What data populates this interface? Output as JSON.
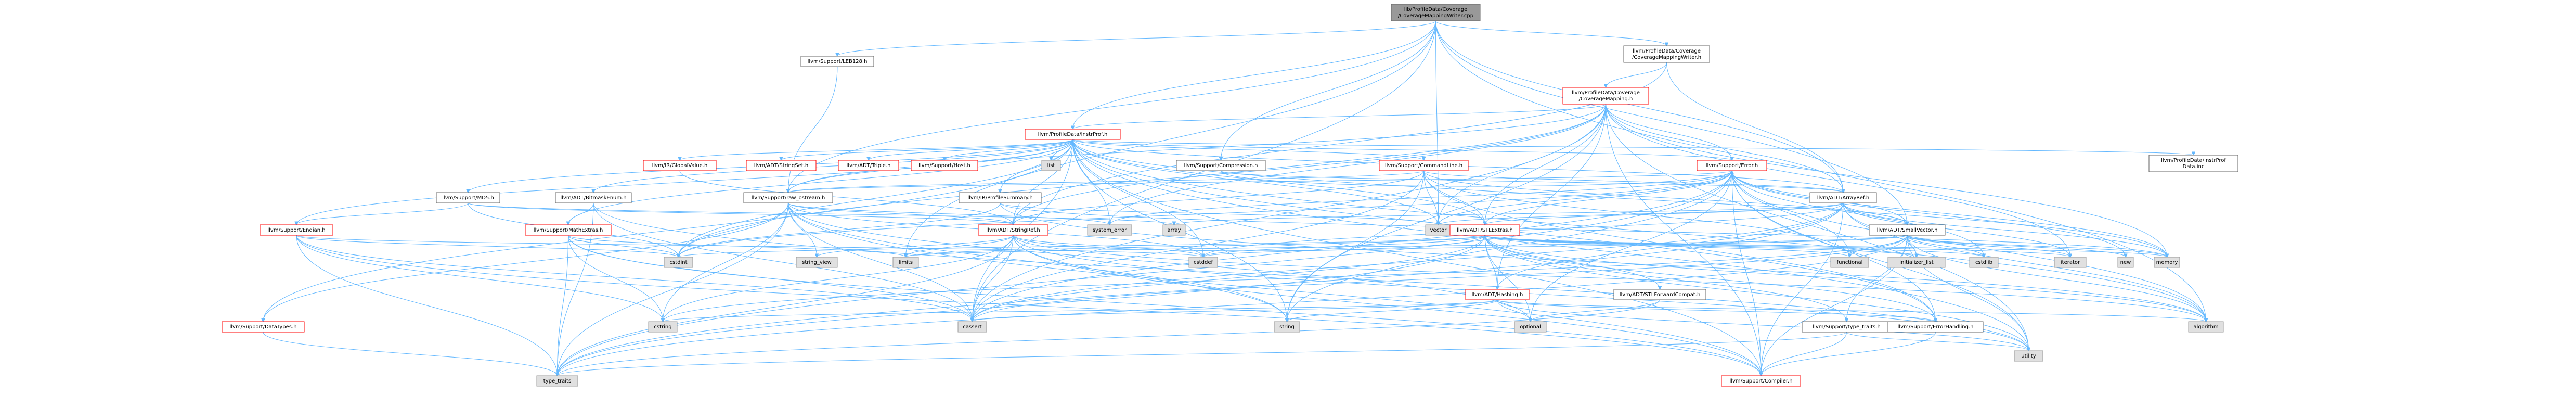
{
  "nodes": [
    {
      "id": "root",
      "lines": [
        "lib/ProfileData/Coverage",
        "/CoverageMappingWriter.cpp"
      ],
      "kind": "root"
    },
    {
      "id": "cmw_h",
      "lines": [
        "llvm/ProfileData/Coverage",
        "/CoverageMappingWriter.h"
      ],
      "kind": "plain"
    },
    {
      "id": "leb128",
      "lines": [
        "llvm/Support/LEB128.h"
      ],
      "kind": "plain"
    },
    {
      "id": "cm_h",
      "lines": [
        "llvm/ProfileData/Coverage",
        "/CoverageMapping.h"
      ],
      "kind": "red"
    },
    {
      "id": "instrprof",
      "lines": [
        "llvm/ProfileData/InstrProf.h"
      ],
      "kind": "red"
    },
    {
      "id": "compression",
      "lines": [
        "llvm/Support/Compression.h"
      ],
      "kind": "plain"
    },
    {
      "id": "globalvalue",
      "lines": [
        "llvm/IR/GlobalValue.h"
      ],
      "kind": "red"
    },
    {
      "id": "stringset",
      "lines": [
        "llvm/ADT/StringSet.h"
      ],
      "kind": "red"
    },
    {
      "id": "triple",
      "lines": [
        "llvm/ADT/Triple.h"
      ],
      "kind": "red"
    },
    {
      "id": "host",
      "lines": [
        "llvm/Support/Host.h"
      ],
      "kind": "red"
    },
    {
      "id": "list",
      "lines": [
        "list"
      ],
      "kind": "sys"
    },
    {
      "id": "commandline",
      "lines": [
        "llvm/Support/CommandLine.h"
      ],
      "kind": "red"
    },
    {
      "id": "error",
      "lines": [
        "llvm/Support/Error.h"
      ],
      "kind": "red"
    },
    {
      "id": "instrprofdata",
      "lines": [
        "llvm/ProfileData/InstrProf",
        "Data.inc"
      ],
      "kind": "plain"
    },
    {
      "id": "md5",
      "lines": [
        "llvm/Support/MD5.h"
      ],
      "kind": "plain"
    },
    {
      "id": "bitmaskenum",
      "lines": [
        "llvm/ADT/BitmaskEnum.h"
      ],
      "kind": "plain"
    },
    {
      "id": "raw_ostream",
      "lines": [
        "llvm/Support/raw_ostream.h"
      ],
      "kind": "plain"
    },
    {
      "id": "profilesummary",
      "lines": [
        "llvm/IR/ProfileSummary.h"
      ],
      "kind": "plain"
    },
    {
      "id": "arrayref",
      "lines": [
        "llvm/ADT/ArrayRef.h"
      ],
      "kind": "plain"
    },
    {
      "id": "endian",
      "lines": [
        "llvm/Support/Endian.h"
      ],
      "kind": "red"
    },
    {
      "id": "mathextras",
      "lines": [
        "llvm/Support/MathExtras.h"
      ],
      "kind": "red"
    },
    {
      "id": "system_error",
      "lines": [
        "system_error"
      ],
      "kind": "sys"
    },
    {
      "id": "array",
      "lines": [
        "array"
      ],
      "kind": "sys"
    },
    {
      "id": "vector",
      "lines": [
        "vector"
      ],
      "kind": "sys"
    },
    {
      "id": "stringref",
      "lines": [
        "llvm/ADT/StringRef.h"
      ],
      "kind": "red"
    },
    {
      "id": "stlextras",
      "lines": [
        "llvm/ADT/STLExtras.h"
      ],
      "kind": "red"
    },
    {
      "id": "smallvector",
      "lines": [
        "llvm/ADT/SmallVector.h"
      ],
      "kind": "plain"
    },
    {
      "id": "cstdint",
      "lines": [
        "cstdint"
      ],
      "kind": "sys"
    },
    {
      "id": "string_view",
      "lines": [
        "string_view"
      ],
      "kind": "sys"
    },
    {
      "id": "limits",
      "lines": [
        "limits"
      ],
      "kind": "sys"
    },
    {
      "id": "cstddef",
      "lines": [
        "cstddef"
      ],
      "kind": "sys"
    },
    {
      "id": "functional",
      "lines": [
        "functional"
      ],
      "kind": "sys"
    },
    {
      "id": "initializer_list",
      "lines": [
        "initializer_list"
      ],
      "kind": "sys"
    },
    {
      "id": "cstdlib",
      "lines": [
        "cstdlib"
      ],
      "kind": "sys"
    },
    {
      "id": "iterator",
      "lines": [
        "iterator"
      ],
      "kind": "sys"
    },
    {
      "id": "new",
      "lines": [
        "new"
      ],
      "kind": "sys"
    },
    {
      "id": "memory",
      "lines": [
        "memory"
      ],
      "kind": "sys"
    },
    {
      "id": "hashing",
      "lines": [
        "llvm/ADT/Hashing.h"
      ],
      "kind": "red"
    },
    {
      "id": "stlforward",
      "lines": [
        "llvm/ADT/STLForwardCompat.h"
      ],
      "kind": "plain"
    },
    {
      "id": "datatypes",
      "lines": [
        "llvm/Support/DataTypes.h"
      ],
      "kind": "red"
    },
    {
      "id": "cstring",
      "lines": [
        "cstring"
      ],
      "kind": "sys"
    },
    {
      "id": "cassert",
      "lines": [
        "cassert"
      ],
      "kind": "sys"
    },
    {
      "id": "optional",
      "lines": [
        "optional"
      ],
      "kind": "sys"
    },
    {
      "id": "string",
      "lines": [
        "string"
      ],
      "kind": "sys"
    },
    {
      "id": "type_traits_h",
      "lines": [
        "llvm/Support/type_traits.h"
      ],
      "kind": "plain"
    },
    {
      "id": "errorhandling",
      "lines": [
        "llvm/Support/ErrorHandling.h"
      ],
      "kind": "plain"
    },
    {
      "id": "algorithm",
      "lines": [
        "algorithm"
      ],
      "kind": "sys"
    },
    {
      "id": "utility",
      "lines": [
        "utility"
      ],
      "kind": "sys"
    },
    {
      "id": "type_traits",
      "lines": [
        "type_traits"
      ],
      "kind": "sys"
    },
    {
      "id": "compiler",
      "lines": [
        "llvm/Support/Compiler.h"
      ],
      "kind": "red"
    }
  ],
  "edges": [
    [
      "root",
      "cmw_h"
    ],
    [
      "root",
      "leb128"
    ],
    [
      "root",
      "instrprof"
    ],
    [
      "root",
      "compression"
    ],
    [
      "root",
      "raw_ostream"
    ],
    [
      "root",
      "arrayref"
    ],
    [
      "root",
      "smallvector"
    ],
    [
      "root",
      "cassert"
    ],
    [
      "root",
      "limits"
    ],
    [
      "root",
      "vector"
    ],
    [
      "root",
      "algorithm"
    ],
    [
      "cmw_h",
      "cm_h"
    ],
    [
      "cmw_h",
      "arrayref"
    ],
    [
      "cmw_h",
      "stringref"
    ],
    [
      "leb128",
      "raw_ostream"
    ],
    [
      "cm_h",
      "instrprof"
    ],
    [
      "cm_h",
      "error"
    ],
    [
      "cm_h",
      "arrayref"
    ],
    [
      "cm_h",
      "stringref"
    ],
    [
      "cm_h",
      "stlextras"
    ],
    [
      "cm_h",
      "vector"
    ],
    [
      "cm_h",
      "system_error"
    ],
    [
      "cm_h",
      "iterator"
    ],
    [
      "cm_h",
      "memory"
    ],
    [
      "cm_h",
      "string"
    ],
    [
      "cm_h",
      "utility"
    ],
    [
      "cm_h",
      "cassert"
    ],
    [
      "cm_h",
      "cstdint"
    ],
    [
      "cm_h",
      "raw_ostream"
    ],
    [
      "cm_h",
      "hashing"
    ],
    [
      "cm_h",
      "compiler"
    ],
    [
      "instrprof",
      "globalvalue"
    ],
    [
      "instrprof",
      "stringset"
    ],
    [
      "instrprof",
      "triple"
    ],
    [
      "instrprof",
      "host"
    ],
    [
      "instrprof",
      "list"
    ],
    [
      "instrprof",
      "commandline"
    ],
    [
      "instrprof",
      "error"
    ],
    [
      "instrprof",
      "instrprofdata"
    ],
    [
      "instrprof",
      "md5"
    ],
    [
      "instrprof",
      "bitmaskenum"
    ],
    [
      "instrprof",
      "raw_ostream"
    ],
    [
      "instrprof",
      "profilesummary"
    ],
    [
      "instrprof",
      "arrayref"
    ],
    [
      "instrprof",
      "endian"
    ],
    [
      "instrprof",
      "mathextras"
    ],
    [
      "instrprof",
      "stringref"
    ],
    [
      "instrprof",
      "stlextras"
    ],
    [
      "instrprof",
      "vector"
    ],
    [
      "instrprof",
      "system_error"
    ],
    [
      "instrprof",
      "cstdint"
    ],
    [
      "instrprof",
      "cassert"
    ],
    [
      "instrprof",
      "cstddef"
    ],
    [
      "instrprof",
      "string"
    ],
    [
      "instrprof",
      "utility"
    ],
    [
      "instrprof",
      "memory"
    ],
    [
      "instrprof",
      "algorithm"
    ],
    [
      "instrprof",
      "compiler"
    ],
    [
      "instrprof",
      "errorhandling"
    ],
    [
      "instrprof",
      "datatypes"
    ],
    [
      "compression",
      "arrayref"
    ],
    [
      "compression",
      "error"
    ],
    [
      "globalvalue",
      "stringref"
    ],
    [
      "commandline",
      "arrayref"
    ],
    [
      "commandline",
      "stlextras"
    ],
    [
      "commandline",
      "smallvector"
    ],
    [
      "commandline",
      "stringref"
    ],
    [
      "commandline",
      "raw_ostream"
    ],
    [
      "commandline",
      "vector"
    ],
    [
      "commandline",
      "functional"
    ],
    [
      "commandline",
      "string"
    ],
    [
      "commandline",
      "cassert"
    ],
    [
      "commandline",
      "errorhandling"
    ],
    [
      "error",
      "raw_ostream"
    ],
    [
      "error",
      "stlextras"
    ],
    [
      "error",
      "smallvector"
    ],
    [
      "error",
      "errorhandling"
    ],
    [
      "error",
      "compiler"
    ],
    [
      "error",
      "system_error"
    ],
    [
      "error",
      "vector"
    ],
    [
      "error",
      "string"
    ],
    [
      "error",
      "cassert"
    ],
    [
      "error",
      "cstdint"
    ],
    [
      "error",
      "cstdlib"
    ],
    [
      "error",
      "functional"
    ],
    [
      "error",
      "memory"
    ],
    [
      "error",
      "new"
    ],
    [
      "error",
      "optional"
    ],
    [
      "error",
      "type_traits"
    ],
    [
      "error",
      "utility"
    ],
    [
      "error",
      "algorithm"
    ],
    [
      "md5",
      "endian"
    ],
    [
      "md5",
      "stringref"
    ],
    [
      "md5",
      "array"
    ],
    [
      "md5",
      "cstdint"
    ],
    [
      "bitmaskenum",
      "mathextras"
    ],
    [
      "bitmaskenum",
      "cassert"
    ],
    [
      "bitmaskenum",
      "type_traits"
    ],
    [
      "bitmaskenum",
      "utility"
    ],
    [
      "raw_ostream",
      "stringref"
    ],
    [
      "raw_ostream",
      "cassert"
    ],
    [
      "raw_ostream",
      "cstddef"
    ],
    [
      "raw_ostream",
      "cstdint"
    ],
    [
      "raw_ostream",
      "cstring"
    ],
    [
      "raw_ostream",
      "optional"
    ],
    [
      "raw_ostream",
      "string"
    ],
    [
      "raw_ostream",
      "string_view"
    ],
    [
      "raw_ostream",
      "system_error"
    ],
    [
      "raw_ostream",
      "type_traits"
    ],
    [
      "raw_ostream",
      "compiler"
    ],
    [
      "raw_ostream",
      "datatypes"
    ],
    [
      "profilesummary",
      "vector"
    ],
    [
      "profilesummary",
      "cstdint"
    ],
    [
      "profilesummary",
      "memory"
    ],
    [
      "profilesummary",
      "algorithm"
    ],
    [
      "arrayref",
      "hashing"
    ],
    [
      "arrayref",
      "smallvector"
    ],
    [
      "arrayref",
      "stlextras"
    ],
    [
      "arrayref",
      "compiler"
    ],
    [
      "arrayref",
      "algorithm"
    ],
    [
      "arrayref",
      "array"
    ],
    [
      "arrayref",
      "cassert"
    ],
    [
      "arrayref",
      "cstddef"
    ],
    [
      "arrayref",
      "initializer_list"
    ],
    [
      "arrayref",
      "iterator"
    ],
    [
      "arrayref",
      "memory"
    ],
    [
      "arrayref",
      "type_traits"
    ],
    [
      "arrayref",
      "vector"
    ],
    [
      "endian",
      "compiler"
    ],
    [
      "endian",
      "cassert"
    ],
    [
      "endian",
      "cstddef"
    ],
    [
      "endian",
      "cstdint"
    ],
    [
      "endian",
      "cstring"
    ],
    [
      "endian",
      "type_traits"
    ],
    [
      "mathextras",
      "compiler"
    ],
    [
      "mathextras",
      "cassert"
    ],
    [
      "mathextras",
      "climits"
    ],
    [
      "mathextras",
      "cstdint"
    ],
    [
      "mathextras",
      "cstring"
    ],
    [
      "mathextras",
      "limits"
    ],
    [
      "mathextras",
      "type_traits"
    ],
    [
      "stringref",
      "stlextras"
    ],
    [
      "stringref",
      "compiler"
    ],
    [
      "stringref",
      "algorithm"
    ],
    [
      "stringref",
      "cassert"
    ],
    [
      "stringref",
      "cstddef"
    ],
    [
      "stringref",
      "cstring"
    ],
    [
      "stringref",
      "limits"
    ],
    [
      "stringref",
      "string"
    ],
    [
      "stringref",
      "string_view"
    ],
    [
      "stringref",
      "type_traits"
    ],
    [
      "stringref",
      "utility"
    ],
    [
      "stlextras",
      "hashing"
    ],
    [
      "stlextras",
      "stlforward"
    ],
    [
      "stlextras",
      "type_traits_h"
    ],
    [
      "stlextras",
      "errorhandling"
    ],
    [
      "stlextras",
      "algorithm"
    ],
    [
      "stlextras",
      "cassert"
    ],
    [
      "stlextras",
      "cstddef"
    ],
    [
      "stlextras",
      "cstdint"
    ],
    [
      "stlextras",
      "cstdlib"
    ],
    [
      "stlextras",
      "functional"
    ],
    [
      "stlextras",
      "initializer_list"
    ],
    [
      "stlextras",
      "iterator"
    ],
    [
      "stlextras",
      "limits"
    ],
    [
      "stlextras",
      "memory"
    ],
    [
      "stlextras",
      "optional"
    ],
    [
      "stlextras",
      "tuple"
    ],
    [
      "stlextras",
      "type_traits"
    ],
    [
      "stlextras",
      "utility"
    ],
    [
      "smallvector",
      "compiler"
    ],
    [
      "smallvector",
      "type_traits_h"
    ],
    [
      "smallvector",
      "algorithm"
    ],
    [
      "smallvector",
      "cassert"
    ],
    [
      "smallvector",
      "cstddef"
    ],
    [
      "smallvector",
      "cstdlib"
    ],
    [
      "smallvector",
      "cstring"
    ],
    [
      "smallvector",
      "functional"
    ],
    [
      "smallvector",
      "initializer_list"
    ],
    [
      "smallvector",
      "iterator"
    ],
    [
      "smallvector",
      "limits"
    ],
    [
      "smallvector",
      "memory"
    ],
    [
      "smallvector",
      "new"
    ],
    [
      "smallvector",
      "type_traits"
    ],
    [
      "smallvector",
      "utility"
    ],
    [
      "hashing",
      "errorhandling"
    ],
    [
      "hashing",
      "algorithm"
    ],
    [
      "hashing",
      "cassert"
    ],
    [
      "hashing",
      "cstring"
    ],
    [
      "hashing",
      "optional"
    ],
    [
      "hashing",
      "string"
    ],
    [
      "hashing",
      "tuple"
    ],
    [
      "hashing",
      "utility"
    ],
    [
      "stlforward",
      "optional"
    ],
    [
      "stlforward",
      "type_traits"
    ],
    [
      "type_traits_h",
      "compiler"
    ],
    [
      "type_traits_h",
      "type_traits"
    ],
    [
      "type_traits_h",
      "utility"
    ],
    [
      "errorhandling",
      "compiler"
    ],
    [
      "datatypes",
      "type_traits"
    ]
  ]
}
